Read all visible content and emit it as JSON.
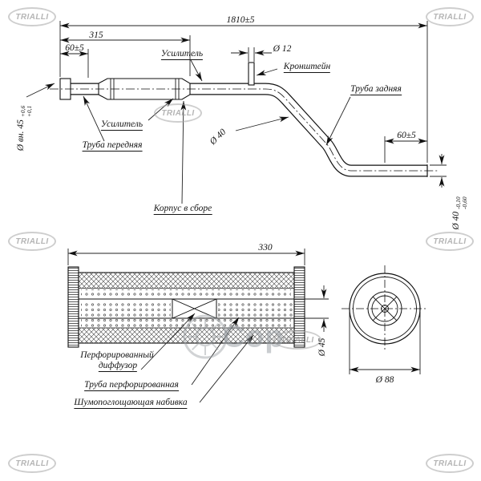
{
  "watermark": {
    "brand": "TRIALLI",
    "center_text": "Сор"
  },
  "top_view": {
    "dim_overall": "1810±5",
    "dim_315": "315",
    "dim_60_left": "60±5",
    "dim_12": "Ø 12",
    "dim_40": "Ø 40",
    "dim_60_right": "60±5",
    "front_inner": {
      "main": "Ø вн. 45",
      "tol_top": "+0,6",
      "tol_bottom": "+0,1"
    },
    "rear_outer": {
      "main": "Ø 40",
      "tol_top": "-0,10",
      "tol_bottom": "-0,60"
    },
    "lbl_reinforcement_top": "Усилитель",
    "lbl_bracket": "Кронштейн",
    "lbl_rear_pipe": "Труба задняя",
    "lbl_reinforcement_bottom": "Усилитель",
    "lbl_front_pipe": "Труба передняя",
    "lbl_assembly": "Корпус в сборе"
  },
  "section_view": {
    "dim_330": "330",
    "dim_45": "Ø 45",
    "dim_88": "Ø 88",
    "lbl_diffuser_1": "Перфорированный",
    "lbl_diffuser_2": "диффузор",
    "lbl_perforated_pipe": "Труба перфорированная",
    "lbl_stuffing": "Шумопоглощающая набивка"
  }
}
